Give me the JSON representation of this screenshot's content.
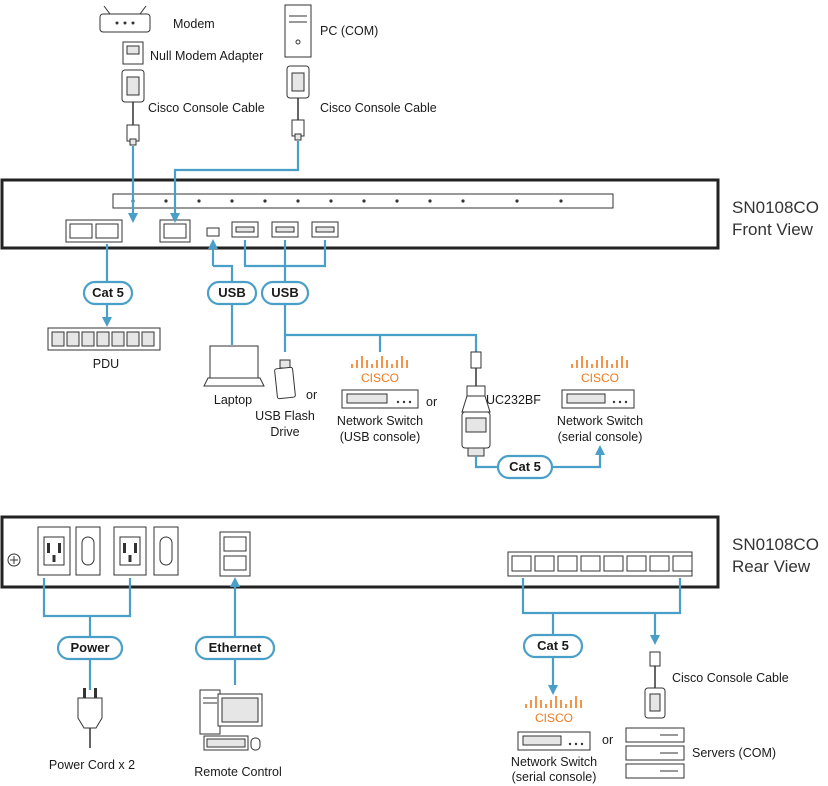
{
  "front": {
    "title_line1": "SN0108CO",
    "title_line2": "Front View",
    "top_labels": {
      "modem": "Modem",
      "null_modem": "Null Modem Adapter",
      "cisco_cable_left": "Cisco Console Cable",
      "pc": "PC (COM)",
      "cisco_cable_right": "Cisco Console Cable"
    },
    "pills": {
      "cat5": "Cat 5",
      "usb_left": "USB",
      "usb_right": "USB",
      "cat5_bottom": "Cat 5"
    },
    "bottom_labels": {
      "pdu": "PDU",
      "laptop": "Laptop",
      "usb_flash_1": "USB Flash",
      "usb_flash_2": "Drive",
      "or1": "or",
      "cisco1": "CISCO",
      "nsw_usb_1": "Network Switch",
      "nsw_usb_2": "(USB console)",
      "or2": "or",
      "uc232bf": "UC232BF",
      "cisco2": "CISCO",
      "nsw_serial_1": "Network Switch",
      "nsw_serial_2": "(serial console)"
    }
  },
  "rear": {
    "title_line1": "SN0108CO",
    "title_line2": "Rear View",
    "pills": {
      "power": "Power",
      "ethernet": "Ethernet",
      "cat5": "Cat 5"
    },
    "labels": {
      "power_cord": "Power Cord x 2",
      "remote_control": "Remote Control",
      "cisco": "CISCO",
      "nsw_serial_1": "Network Switch",
      "nsw_serial_2": "(serial console)",
      "or": "or",
      "cisco_cable": "Cisco Console Cable",
      "servers": "Servers (COM)"
    }
  },
  "colors": {
    "wire": "#4a9fc8",
    "cisco_orange": "#f07a1e",
    "panel_border": "#222222"
  }
}
